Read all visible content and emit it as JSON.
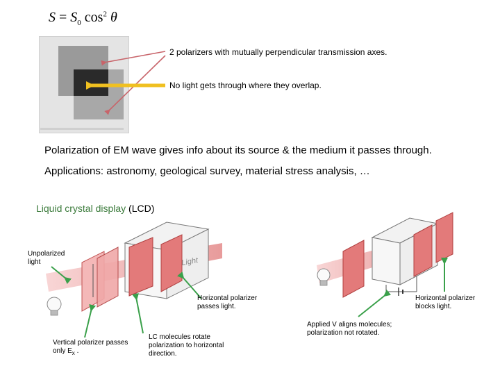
{
  "formula": {
    "lhs": "S",
    "eq": " = ",
    "s": "S",
    "sub": "0",
    "cos": " cos",
    "sup": "2",
    "theta": " θ"
  },
  "notes": {
    "perpendicular": "2 polarizers with mutually perpendicular transmission axes.",
    "no_light": "No light gets through where they overlap."
  },
  "text": {
    "polarization": "Polarization of EM wave gives info about its source & the medium it passes through.",
    "applications": "Applications:   astronomy,  geological survey, material stress analysis, …"
  },
  "lcd": {
    "green": "Liquid crystal display",
    "rest": " (LCD)"
  },
  "captions": {
    "unpolarized": "Unpolarized light",
    "vertical": "Vertical  polarizer passes only E",
    "vertical_sub": "x",
    "vertical_end": " .",
    "lc_rotate": "LC molecules rotate polarization to horizontal direction.",
    "horiz_passes": "Horizontal polarizer passes light.",
    "applied_v": "Applied V aligns molecules; polarization not rotated.",
    "horiz_blocks": "Horizontal polarizer blocks light.",
    "light_label": "Light"
  },
  "colors": {
    "arrow_red": "#c8646a",
    "arrow_yellow": "#f0c020",
    "arrow_green": "#3aa04a",
    "panel": "#e37a7a"
  }
}
